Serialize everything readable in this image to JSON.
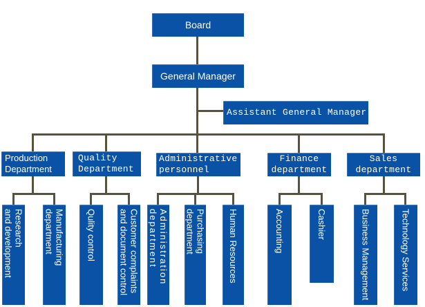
{
  "diagram": {
    "type": "org-chart",
    "palette": {
      "node_fill": "#0A52A6",
      "connector": "#55523E",
      "node_text": "#FFFFFF",
      "background": "#FFFFFF"
    },
    "nodes": {
      "board": {
        "label": "Board"
      },
      "general_manager": {
        "label": "General Manager",
        "reports_to": "Board"
      },
      "assistant_general_manager": {
        "label": "Assistant General Manager",
        "reports_to": "General Manager"
      },
      "production_department": {
        "lines": [
          "Production",
          "Department"
        ],
        "reports_to": "General Manager"
      },
      "quality_department": {
        "lines": [
          "Quality",
          "Department"
        ],
        "reports_to": "General Manager"
      },
      "administrative_personnel": {
        "lines": [
          "Administrative",
          "personnel"
        ],
        "reports_to": "General Manager"
      },
      "finance_department": {
        "lines": [
          "Finance",
          "department"
        ],
        "reports_to": "General Manager"
      },
      "sales_department": {
        "lines": [
          "Sales",
          "department"
        ],
        "reports_to": "General Manager"
      },
      "research_and_development": {
        "lines": [
          "Research",
          "and development"
        ],
        "reports_to": "Production Department"
      },
      "manufacturing_department": {
        "lines": [
          "Manufacturing",
          "department"
        ],
        "reports_to": "Production Department"
      },
      "qulity_control": {
        "label": "Qulity control",
        "reports_to": "Quality Department"
      },
      "customer_complaints": {
        "lines": [
          "Customer complaints",
          "and document control"
        ],
        "reports_to": "Quality Department"
      },
      "administration_department": {
        "lines": [
          "Administration",
          "department"
        ],
        "reports_to": "Administrative personnel"
      },
      "purchasing_department": {
        "lines": [
          "Purchasing",
          "department"
        ],
        "reports_to": "Administrative personnel"
      },
      "human_resources": {
        "label": "Human Resources",
        "reports_to": "Administrative personnel"
      },
      "accounting": {
        "label": "Accounting",
        "reports_to": "Finance department"
      },
      "cashier": {
        "label": "Cashier",
        "reports_to": "Finance department"
      },
      "business_management": {
        "label": "Business Management",
        "reports_to": "Sales department"
      },
      "technology_services": {
        "label": "Technology Services",
        "reports_to": "Sales department"
      }
    }
  }
}
